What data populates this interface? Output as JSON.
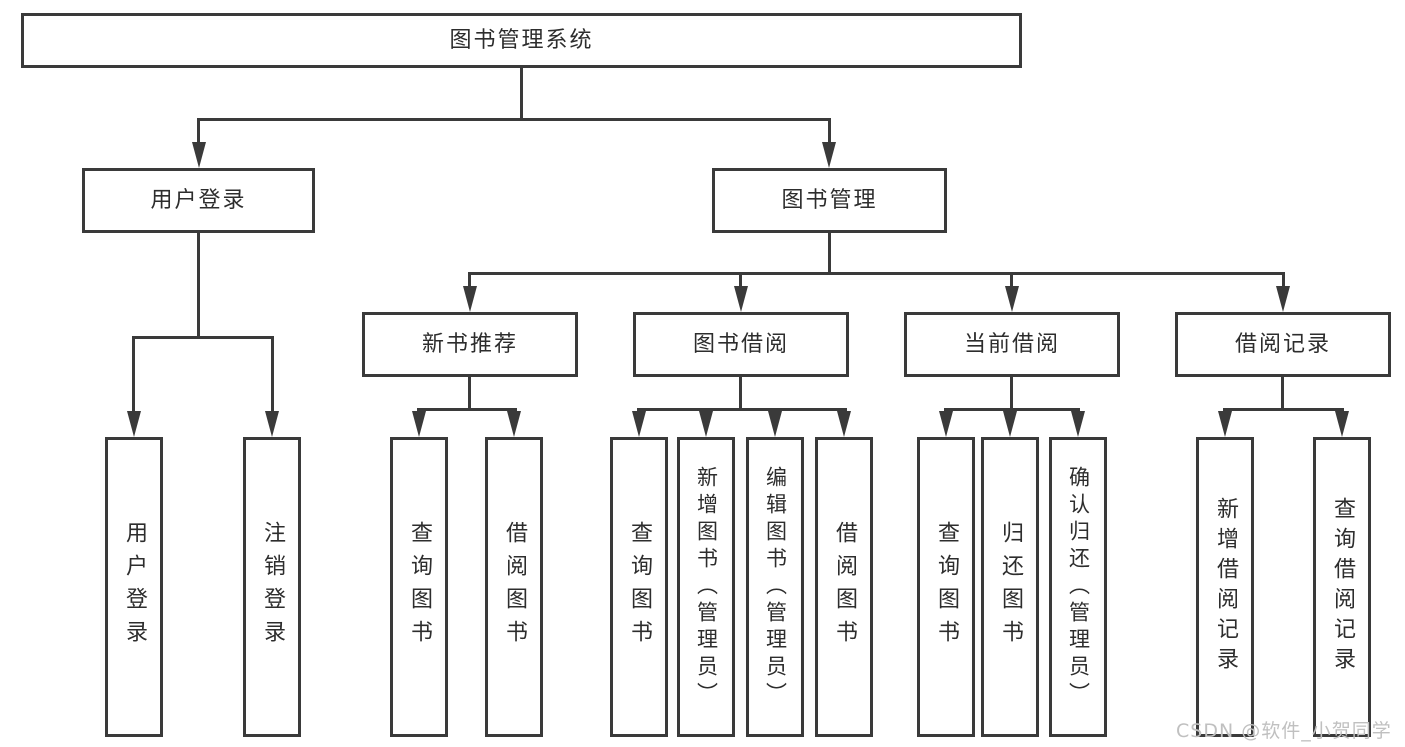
{
  "nodes": {
    "root": {
      "label": "图书管理系统"
    },
    "level2": [
      {
        "label": "用户登录"
      },
      {
        "label": "图书管理"
      }
    ],
    "level3": [
      {
        "label": "新书推荐"
      },
      {
        "label": "图书借阅"
      },
      {
        "label": "当前借阅"
      },
      {
        "label": "借阅记录"
      }
    ],
    "leaves": [
      {
        "label": "用户登录"
      },
      {
        "label": "注销登录"
      },
      {
        "label": "查询图书"
      },
      {
        "label": "借阅图书"
      },
      {
        "label": "查询图书"
      },
      {
        "label": "新增图书（管理员）"
      },
      {
        "label": "编辑图书（管理员）"
      },
      {
        "label": "借阅图书"
      },
      {
        "label": "查询图书"
      },
      {
        "label": "归还图书"
      },
      {
        "label": "确认归还（管理员）"
      },
      {
        "label": "新增借阅记录"
      },
      {
        "label": "查询借阅记录"
      }
    ]
  },
  "hierarchy": {
    "图书管理系统": {
      "用户登录": [
        "用户登录",
        "注销登录"
      ],
      "图书管理": {
        "新书推荐": [
          "查询图书",
          "借阅图书"
        ],
        "图书借阅": [
          "查询图书",
          "新增图书（管理员）",
          "编辑图书（管理员）",
          "借阅图书"
        ],
        "当前借阅": [
          "查询图书",
          "归还图书",
          "确认归还（管理员）"
        ],
        "借阅记录": [
          "新增借阅记录",
          "查询借阅记录"
        ]
      }
    }
  },
  "watermark": {
    "text": "CSDN @软件_小贺同学"
  },
  "colors": {
    "line": "#3a3a3a",
    "text": "#2d2d2d",
    "watermark": "#c0c0c0",
    "background": "#ffffff"
  }
}
